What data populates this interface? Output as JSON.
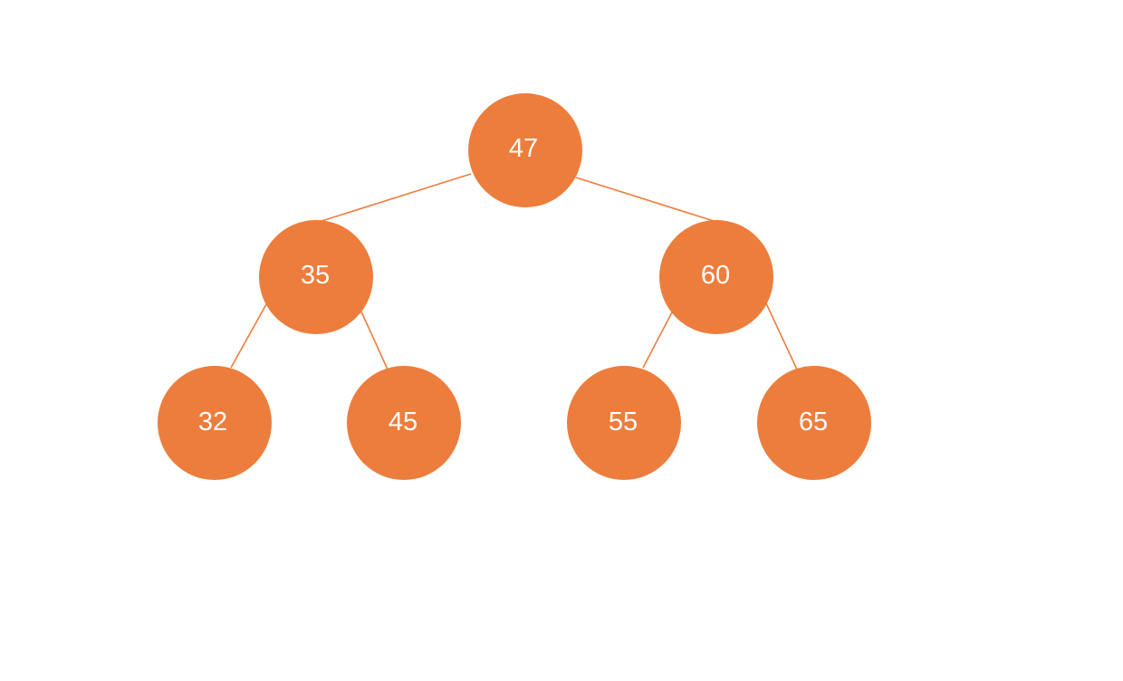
{
  "diagram": {
    "type": "binary-tree",
    "colors": {
      "node_fill": "#ED7D3C",
      "edge": "#ED7D3C",
      "label": "#FFFFFF"
    },
    "nodes": [
      {
        "id": "n47",
        "label": "47"
      },
      {
        "id": "n35",
        "label": "35"
      },
      {
        "id": "n60",
        "label": "60"
      },
      {
        "id": "n32",
        "label": "32"
      },
      {
        "id": "n45",
        "label": "45"
      },
      {
        "id": "n55",
        "label": "55"
      },
      {
        "id": "n65",
        "label": "65"
      }
    ],
    "edges": [
      {
        "from": "n47",
        "to": "n35"
      },
      {
        "from": "n47",
        "to": "n60"
      },
      {
        "from": "n35",
        "to": "n32"
      },
      {
        "from": "n35",
        "to": "n45"
      },
      {
        "from": "n60",
        "to": "n55"
      },
      {
        "from": "n60",
        "to": "n65"
      }
    ]
  }
}
